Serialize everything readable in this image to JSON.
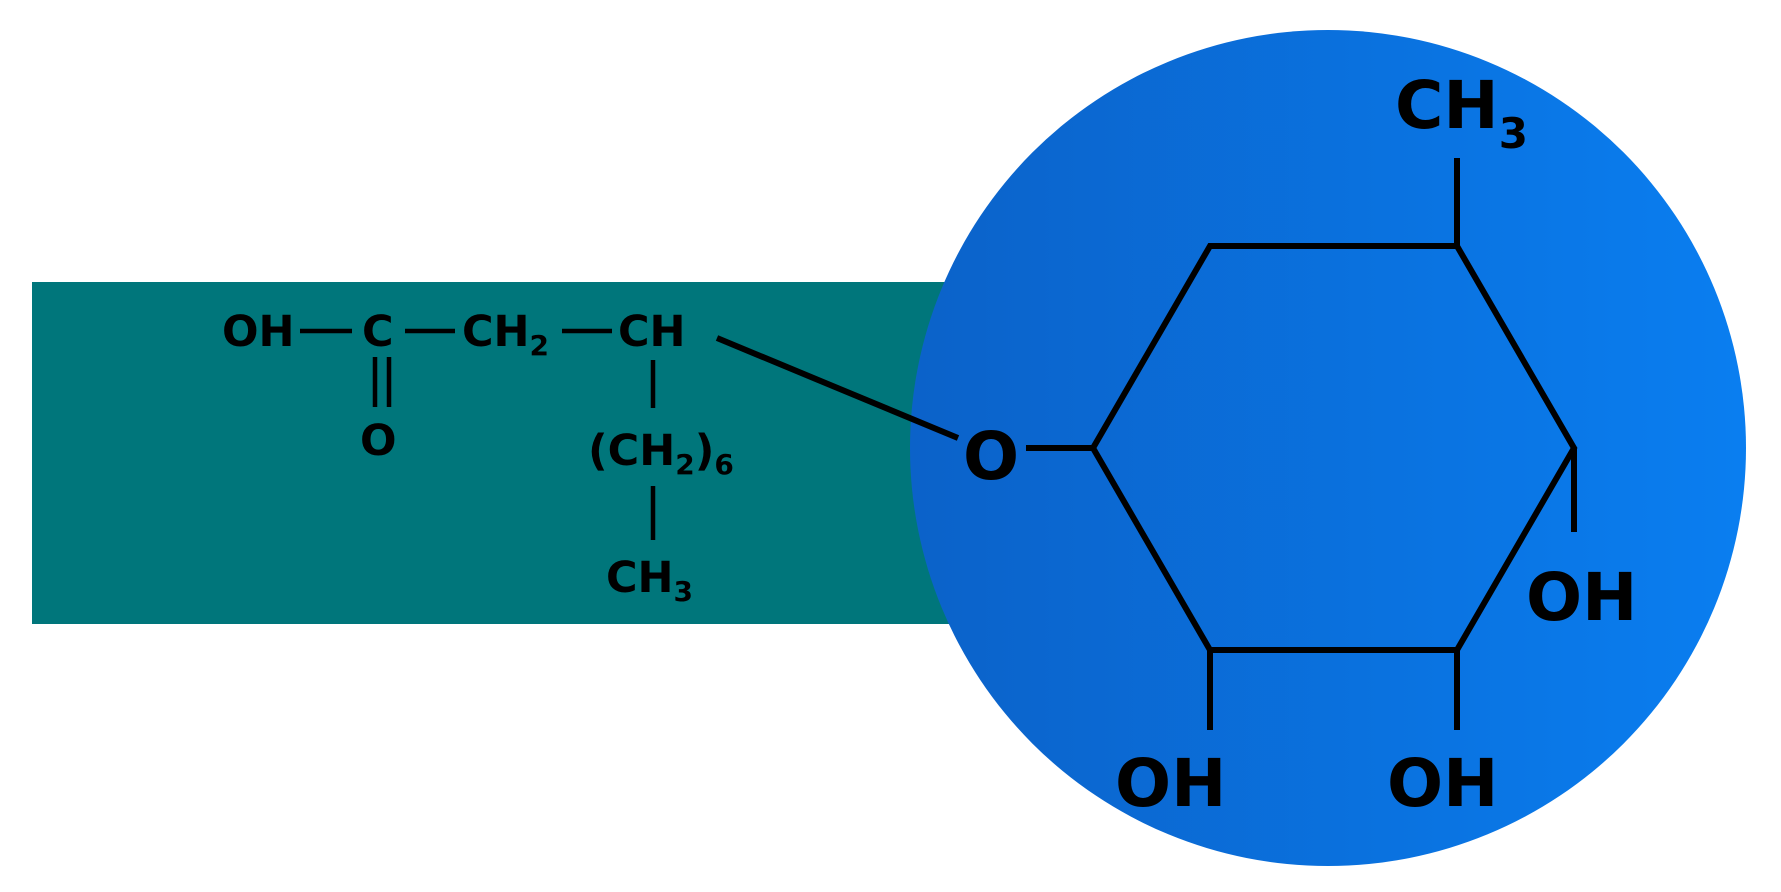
{
  "colors": {
    "background": "#ffffff",
    "tail": "#00767b",
    "head_light": "#0a7ef0",
    "head_dark": "#0b62c9",
    "lines": "#000000"
  },
  "chain": {
    "hydroxyl": "OH",
    "carbonyl_carbon": "C",
    "carbonyl_oxygen": "O",
    "ch2": {
      "main": "CH",
      "sub": "2"
    },
    "ch": "CH",
    "branch": {
      "open": "(CH",
      "sub_h": "2",
      "close": ")",
      "sub_n": "6"
    },
    "terminal": {
      "main": "CH",
      "sub": "3"
    }
  },
  "ring": {
    "ether_oxygen": "O",
    "methyl": {
      "main": "CH",
      "sub": "3"
    },
    "hydroxyl_right": "OH",
    "hydroxyl_bottom_right": "OH",
    "hydroxyl_bottom_left": "OH"
  }
}
